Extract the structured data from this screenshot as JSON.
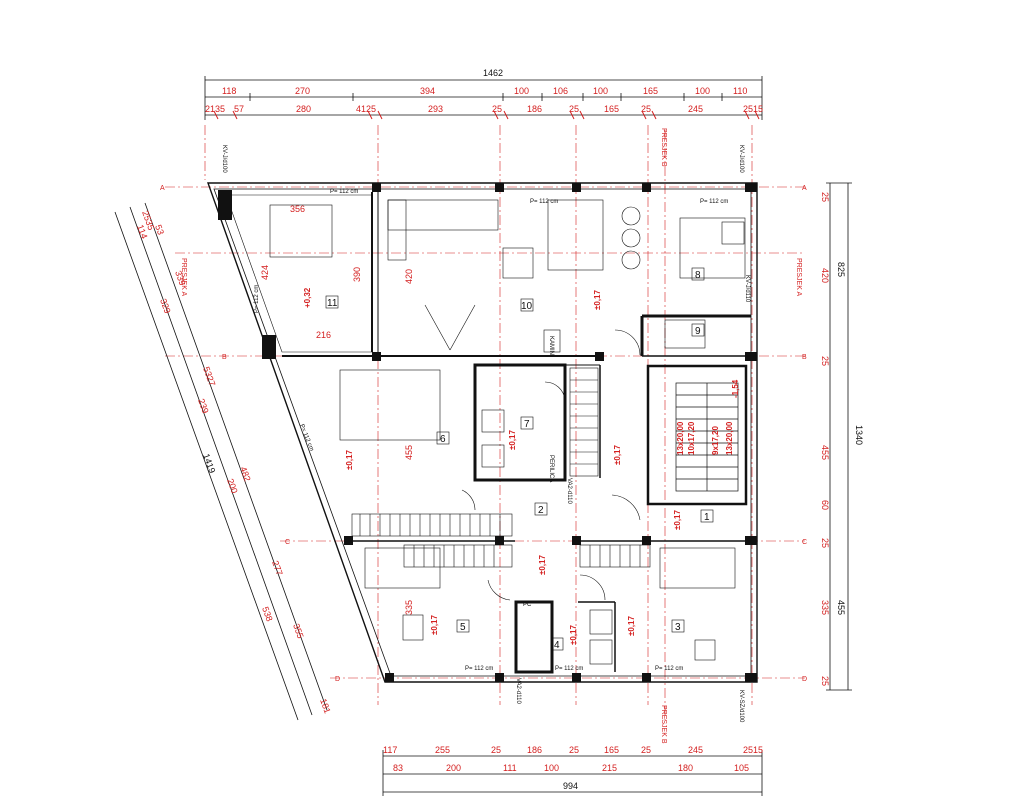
{
  "dimensions": {
    "top_total": "1462",
    "top_row1": [
      "118",
      "270",
      "394",
      "100",
      "106",
      "100",
      "165",
      "100",
      "110"
    ],
    "top_row2": [
      "2135",
      "57",
      "280",
      "4125",
      "293",
      "25",
      "186",
      "25",
      "165",
      "25",
      "245",
      "2515"
    ],
    "bottom_row1": [
      "117",
      "255",
      "25",
      "186",
      "25",
      "165",
      "25",
      "245",
      "2515"
    ],
    "bottom_row2": [
      "83",
      "200",
      "111",
      "100",
      "215",
      "180",
      "105"
    ],
    "bottom_total": "994",
    "right_row1": [
      "25",
      "420",
      "825",
      "25",
      "455",
      "60",
      "25",
      "335",
      "455",
      "25"
    ],
    "right_total": "1340",
    "left_diag": [
      "2535",
      "114",
      "53",
      "339",
      "329",
      "5327",
      "239",
      "482",
      "200",
      "1419",
      "277",
      "538",
      "355",
      "181"
    ],
    "inner": [
      "356",
      "424",
      "390",
      "216",
      "420",
      "455",
      "335"
    ]
  },
  "rooms": [
    "1",
    "2",
    "3",
    "4",
    "5",
    "6",
    "7",
    "8",
    "9",
    "10",
    "11"
  ],
  "levels": [
    "±0,17",
    "+0,32",
    "±0,17",
    "±0,17",
    "±0,17",
    "±0,17",
    "±0,17",
    "±0,17",
    "±0,17",
    "±0,17",
    "-1,54",
    "±0,17"
  ],
  "labels": {
    "window_label": "P= 112 cm",
    "vent_top_left": "KV-J/d100",
    "vent_top_right": "KV-J/d100",
    "vent_right": "KV-J/d110",
    "vent_bottom_right": "KV-SZ/d100",
    "vent_mid": "VA2-d110",
    "vent_bottom": "VA2-d110",
    "kamin": "KAMIN",
    "perilica": "PERILICA",
    "pc": "PC",
    "section_a": "PRESJEK A",
    "section_b": "PRESJEK B",
    "stair1": "13x20,00",
    "stair2": "10x17,20",
    "stair3": "9x17,20",
    "stair4": "13x20,00",
    "axis_a": "A",
    "axis_b": "B",
    "axis_c": "C",
    "axis_d": "D"
  }
}
